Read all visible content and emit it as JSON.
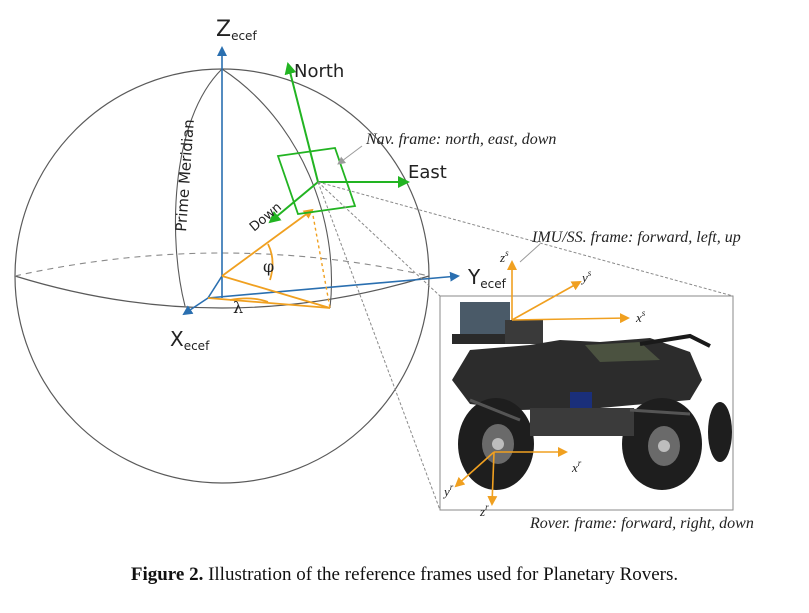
{
  "axes": {
    "z_main": "Z",
    "z_sub": "ecef",
    "y_main": "Y",
    "y_sub": "ecef",
    "x_main": "X",
    "x_sub": "ecef"
  },
  "labels": {
    "prime_meridian": "Prime Meridian",
    "north": "North",
    "east": "East",
    "down": "Down",
    "phi": "φ",
    "lambda": "λ"
  },
  "annotations": {
    "nav_frame": "Nav. frame: north, east, down",
    "imu_frame": "IMU/SS. frame: forward, left, up",
    "rover_frame": "Rover. frame: forward, right, down"
  },
  "rover_axes": {
    "z_s": "z",
    "z_s_sup": "s",
    "y_s": "y",
    "y_s_sup": "s",
    "x_s": "x",
    "x_s_sup": "s",
    "x_r": "x",
    "x_r_sup": "r",
    "y_r": "y",
    "y_r_sup": "r",
    "z_r": "z",
    "z_r_sup": "r"
  },
  "caption": {
    "bold": "Figure 2.",
    "text": " Illustration of the reference frames used for Planetary Rovers."
  },
  "colors": {
    "sphere": "#555555",
    "ecef_axes": "#2a6fb0",
    "nav_frame": "#22b422",
    "orange_frame": "#f0a020"
  }
}
